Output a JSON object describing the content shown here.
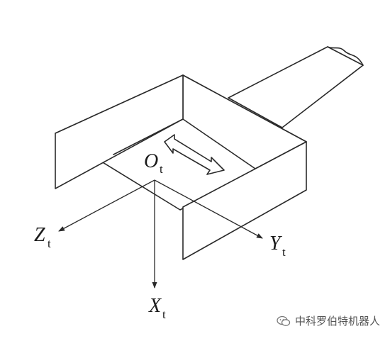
{
  "frame": {
    "origin_label": "O",
    "origin_subscript": "t",
    "axes": [
      {
        "name": "Z",
        "subscript": "t"
      },
      {
        "name": "Y",
        "subscript": "t"
      },
      {
        "name": "X",
        "subscript": "t"
      }
    ]
  },
  "watermark": {
    "text": "中科罗伯特机器人",
    "icon": "wechat-icon"
  },
  "colors": {
    "line": "#2a2a2a",
    "background": "#ffffff",
    "watermark": "#555555"
  }
}
